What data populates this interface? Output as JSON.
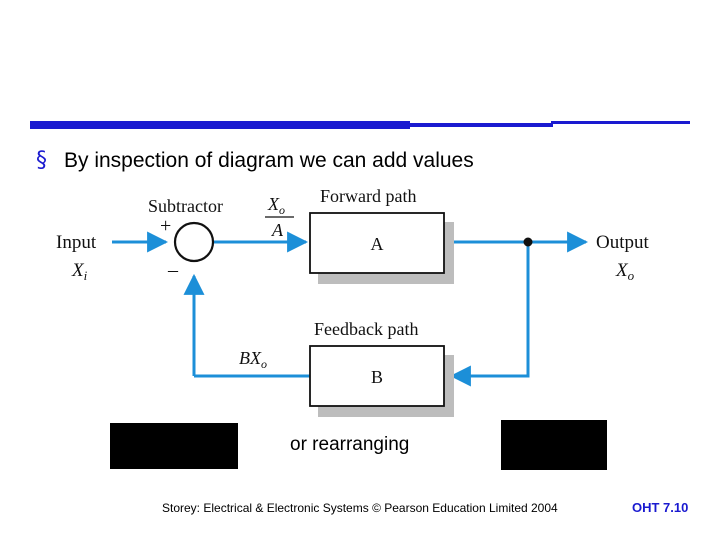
{
  "slide": {
    "bullet_symbol": "§",
    "bullet_text": "By inspection of diagram we can add values",
    "rearranging_text": "or rearranging",
    "footer": "Storey: Electrical & Electronic Systems © Pearson Education Limited 2004",
    "slide_number": "OHT 7.10",
    "accent_color": "#1a1ad0",
    "arrow_color": "#1c8fd8"
  },
  "diagram": {
    "subtractor_label": "Subtractor",
    "plus_sign": "+",
    "minus_sign": "–",
    "input_label": "Input",
    "input_symbol": "X",
    "input_subscript": "i",
    "fraction_num": "X",
    "fraction_num_sub": "o",
    "fraction_den": "A",
    "forward_path_label": "Forward path",
    "forward_block": "A",
    "output_label": "Output",
    "output_symbol": "X",
    "output_subscript": "o",
    "feedback_path_label": "Feedback path",
    "feedback_block": "B",
    "feedback_signal": "BX",
    "feedback_signal_sub": "o"
  }
}
